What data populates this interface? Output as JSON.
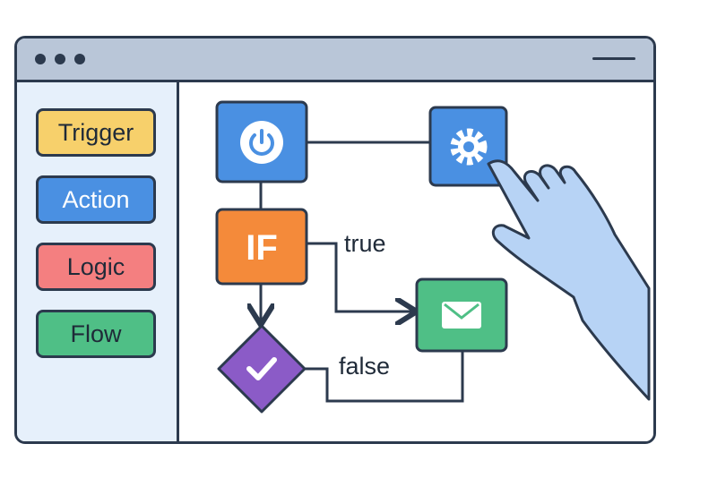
{
  "palette": {
    "items": [
      {
        "label": "Trigger",
        "color": "#f7d06b"
      },
      {
        "label": "Action",
        "color": "#4a90e2"
      },
      {
        "label": "Logic",
        "color": "#f47f80"
      },
      {
        "label": "Flow",
        "color": "#4fbf86"
      }
    ]
  },
  "flow": {
    "trigger_node_color": "#4a90e2",
    "action_node_color": "#4a90e2",
    "condition_node": {
      "label": "IF",
      "color": "#f48a3a"
    },
    "email_node_color": "#4fbf86",
    "check_node_color": "#8b5bc7",
    "branch_true_label": "true",
    "branch_false_label": "false"
  },
  "icons": {
    "trigger": "power-icon",
    "action": "gear-icon",
    "email": "envelope-icon",
    "check": "checkmark-icon",
    "pointer": "hand-pointer-icon"
  }
}
